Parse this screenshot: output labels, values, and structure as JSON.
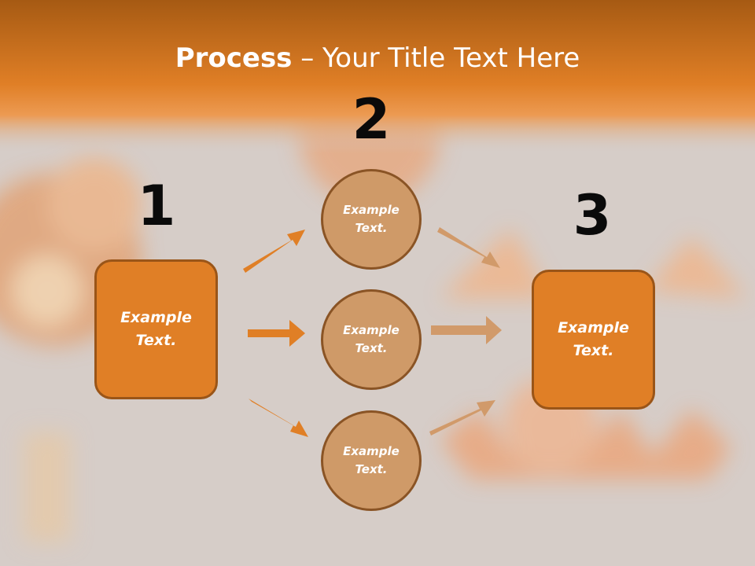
{
  "title": {
    "bold": "Process",
    "rest": " – Your Title Text Here"
  },
  "steps": {
    "step1": {
      "number": "1",
      "label": "Example Text."
    },
    "step2": {
      "number": "2",
      "items": [
        {
          "label": "Example Text."
        },
        {
          "label": "Example Text."
        },
        {
          "label": "Example Text."
        }
      ]
    },
    "step3": {
      "number": "3",
      "label": "Example Text."
    }
  },
  "colors": {
    "header": "#e07f26",
    "box_fill": "#e07f26",
    "circle_fill": "#cf9a68",
    "arrow_in": "#e07f26",
    "arrow_out": "#d19a6a"
  }
}
